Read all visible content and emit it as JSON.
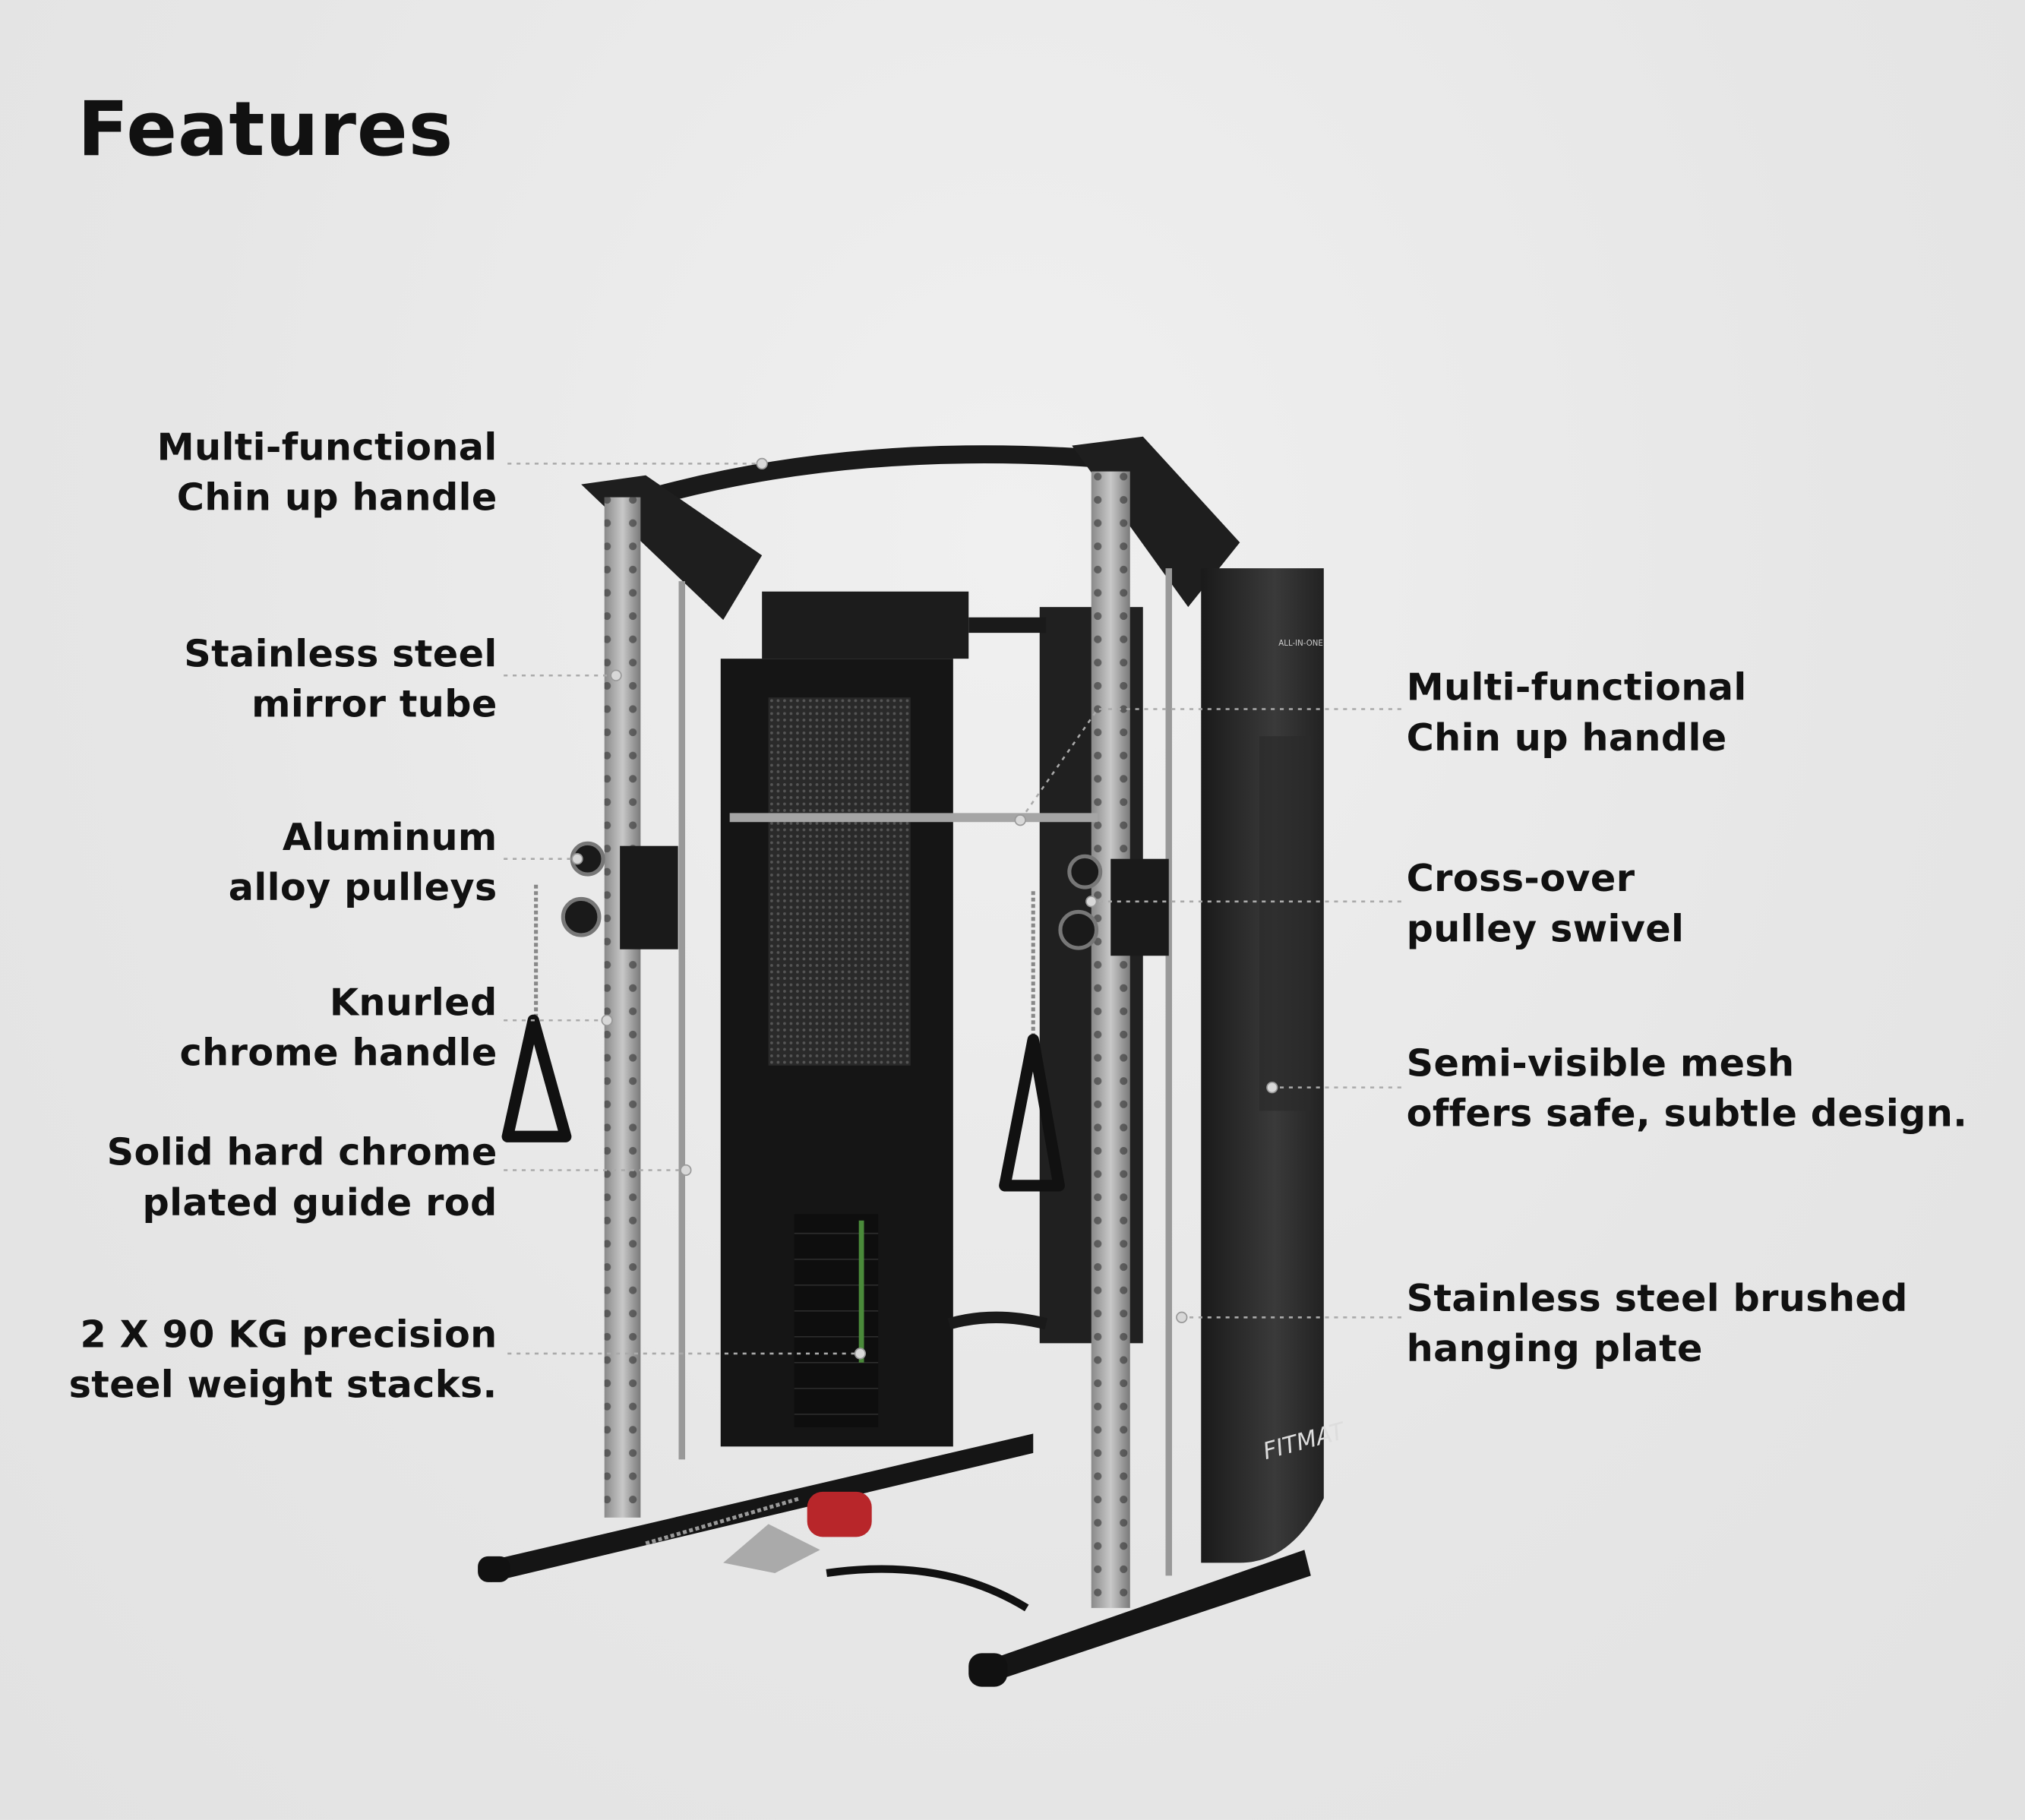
{
  "title": "Features",
  "branding": {
    "top_plate": "ALL-IN-ONE",
    "side_cover": "FITMAT"
  },
  "left_callouts": [
    {
      "line1": "Multi-functional",
      "line2": "Chin up handle"
    },
    {
      "line1": "Stainless steel",
      "line2": "mirror tube"
    },
    {
      "line1": "Aluminum",
      "line2": "alloy pulleys"
    },
    {
      "line1": "Knurled",
      "line2": "chrome handle"
    },
    {
      "line1": "Solid hard chrome",
      "line2": "plated guide rod"
    },
    {
      "line1": "2 X 90 KG precision",
      "line2": "steel weight stacks."
    }
  ],
  "right_callouts": [
    {
      "line1": "Multi-functional",
      "line2": "Chin up handle"
    },
    {
      "line1": "Cross-over",
      "line2": "pulley swivel"
    },
    {
      "line1": "Semi-visible mesh",
      "line2": "offers safe, subtle design."
    },
    {
      "line1": "Stainless steel brushed",
      "line2": "hanging plate"
    }
  ]
}
